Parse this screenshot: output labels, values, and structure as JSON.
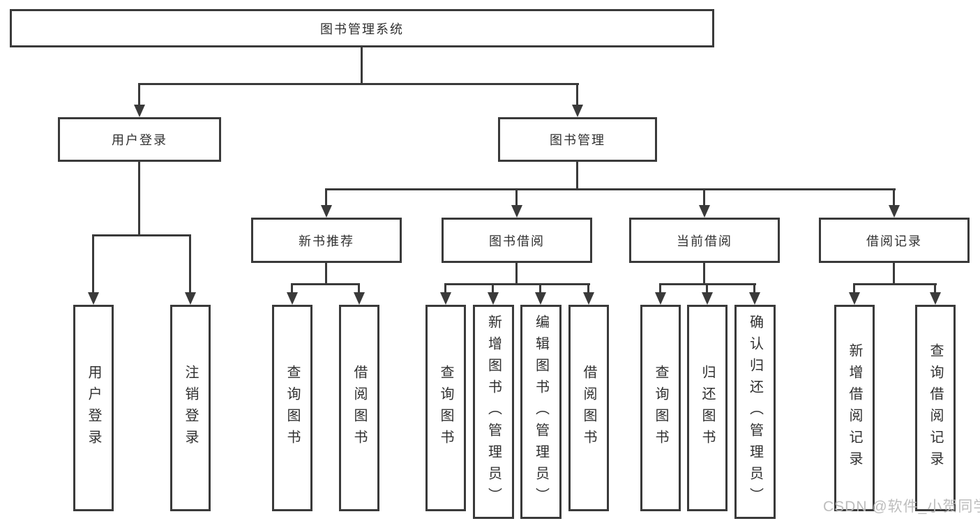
{
  "diagram": {
    "root": "图书管理系统",
    "branches": [
      {
        "label": "用户登录",
        "children": [
          "用户登录",
          "注销登录"
        ]
      },
      {
        "label": "图书管理"
      }
    ],
    "modules": [
      {
        "label": "新书推荐",
        "children": [
          "查询图书",
          "借阅图书"
        ]
      },
      {
        "label": "图书借阅",
        "children": [
          "查询图书",
          "新增图书（管理员）",
          "编辑图书（管理员）",
          "借阅图书"
        ]
      },
      {
        "label": "当前借阅",
        "children": [
          "查询图书",
          "归还图书",
          "确认归还（管理员）"
        ]
      },
      {
        "label": "借阅记录",
        "children": [
          "新增借阅记录",
          "查询借阅记录"
        ]
      }
    ],
    "watermark": "CSDN @软件_小贺同学",
    "colors": {
      "line": "#3a3a3a",
      "text": "#303030",
      "box_background": "#ffffff",
      "watermark": "#b9b9b9"
    }
  }
}
